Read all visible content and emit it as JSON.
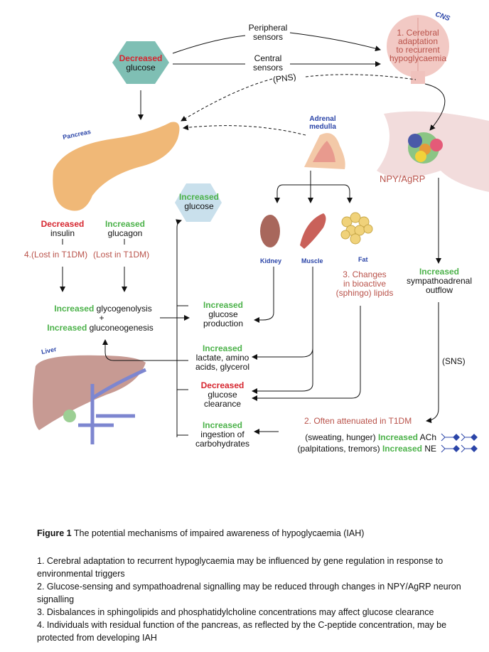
{
  "figure": {
    "nodes": {
      "decreased_glucose": {
        "qualifier": "Decreased",
        "label": "glucose"
      },
      "peripheral_sensors": {
        "line1": "Peripheral",
        "line2": "sensors"
      },
      "central_sensors": {
        "line1": "Central",
        "line2": "sensors"
      },
      "pns": "(PNS)",
      "cns": "CNS",
      "cerebral": {
        "line1": "1. Cerebral",
        "line2": "adaptation",
        "line3": "to recurrent",
        "line4": "hypoglycaemia"
      },
      "pancreas": "Pancreas",
      "adrenal": {
        "line1": "Adrenal",
        "line2": "medulla"
      },
      "npy": "NPY/AgRP",
      "increased_glucose": {
        "qualifier": "Increased",
        "label": "glucose"
      },
      "insulin": {
        "qualifier": "Decreased",
        "label": "insulin"
      },
      "glucagon": {
        "qualifier": "Increased",
        "label": "glucagon"
      },
      "lost_t1dm_1": "4.(Lost in T1DM)",
      "lost_t1dm_2": "(Lost in T1DM)",
      "kidney": "Kidney",
      "muscle": "Muscle",
      "fat": "Fat",
      "lipids": {
        "line1": "3. Changes",
        "line2": "in bioactive",
        "line3": "(sphingo) lipids"
      },
      "sympathoadrenal": {
        "qualifier": "Increased",
        "line1": "sympathoadrenal",
        "line2": "outflow"
      },
      "glycogenolysis": {
        "qualifier": "Increased",
        "label": "glycogenolysis"
      },
      "plus": "+",
      "gluconeogenesis": {
        "qualifier": "Increased",
        "label": "gluconeogenesis"
      },
      "glucose_production": {
        "qualifier": "Increased",
        "line1": "glucose",
        "line2": "production"
      },
      "liver": "Liver",
      "lactate": {
        "qualifier": "Increased",
        "line1": "lactate, amino",
        "line2": "acids, glycerol"
      },
      "clearance": {
        "qualifier": "Decreased",
        "line1": "glucose",
        "line2": "clearance"
      },
      "sns": "(SNS)",
      "ingestion": {
        "qualifier": "Increased",
        "line1": "ingestion of",
        "line2": "carbohydrates"
      },
      "attenuated": "2. Often attenuated in T1DM",
      "ach": {
        "prefix": "(sweating, hunger)",
        "qualifier": "Increased",
        "suffix": "ACh"
      },
      "ne": {
        "prefix": "(palpitations, tremors)",
        "qualifier": "Increased",
        "suffix": "NE"
      }
    }
  },
  "caption": {
    "label": "Figure 1",
    "title": "The potential mechanisms of impaired awareness of hypoglycaemia (IAH)",
    "items": [
      "1. Cerebral adaptation to recurrent hypoglycaemia may be influenced by gene regulation in response to environmental triggers",
      "2. Glucose-sensing and sympathoadrenal signalling may be reduced through changes in NPY/AgRP neuron signalling",
      "3. Disbalances in sphingolipids and phosphatidylcholine concentrations may affect glucose clearance",
      "4. Individuals with residual function of the pancreas, as reflected by the C-peptide concentration, may be protected from developing IAH"
    ]
  },
  "colors": {
    "increased": "#4cb24a",
    "decreased": "#d6262f",
    "note": "#b9524a",
    "organ_label": "#2b45a8",
    "hex_decreased": "#7fbfb4",
    "hex_increased": "#c9e0ec"
  }
}
